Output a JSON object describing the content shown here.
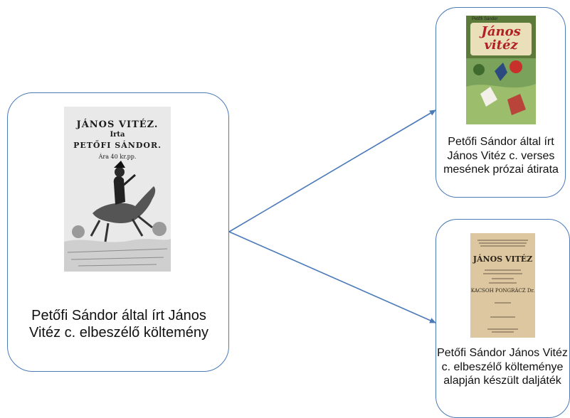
{
  "nodes": {
    "main": {
      "caption": "Petőfi Sándor által írt János Vitéz c. elbeszélő költemény"
    },
    "top": {
      "caption": "Petőfi Sándor által írt János Vitéz c. verses mesének prózai átirata"
    },
    "bottom": {
      "caption": "Petőfi Sándor János Vitéz c. elbeszélő költeménye alapján készült daljáték"
    }
  },
  "images": {
    "main": {
      "title": "JÁNOS VITÉZ.",
      "subtitle": "Irta",
      "author": "PETŐFI SÁNDOR.",
      "price": "Ára 40 kr.pp."
    },
    "top": {
      "author": "Petőfi Sándor",
      "title_line1": "János",
      "title_line2": "vitéz"
    },
    "bottom": {
      "title": "JÁNOS VITÉZ",
      "author": "KACSOH PONGRÁCZ Dr."
    }
  },
  "colors": {
    "border": "#4a7ab8",
    "arrow": "#4a7ab8"
  }
}
